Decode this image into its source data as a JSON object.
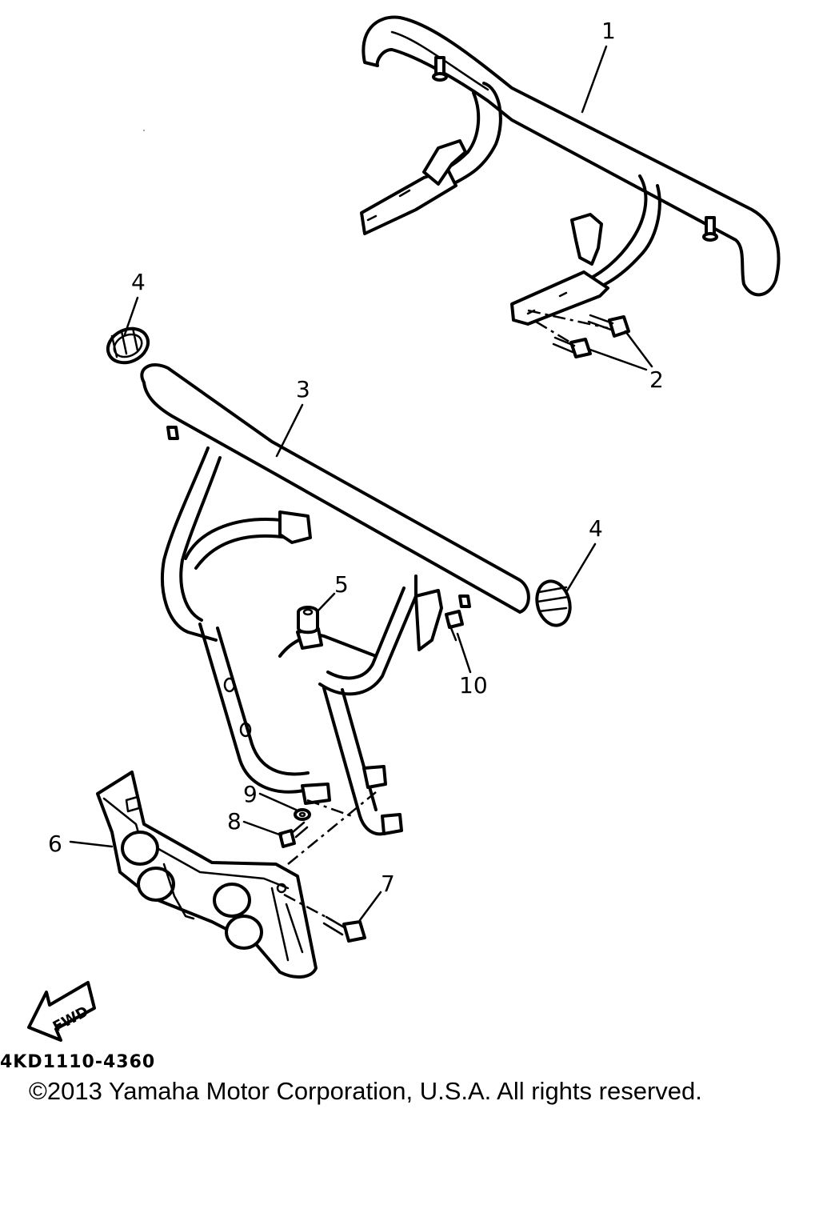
{
  "diagram": {
    "callouts": {
      "part1": "1",
      "part2": "2",
      "part3": "3",
      "part4a": "4",
      "part4b": "4",
      "part5": "5",
      "part6": "6",
      "part7": "7",
      "part8": "8",
      "part9": "9",
      "part10": "10"
    },
    "fwd_label": "FWD",
    "drawing_code": "4KD1110-4360"
  },
  "footer": {
    "copyright": "©2013 Yamaha Motor Corporation, U.S.A. All rights reserved."
  }
}
